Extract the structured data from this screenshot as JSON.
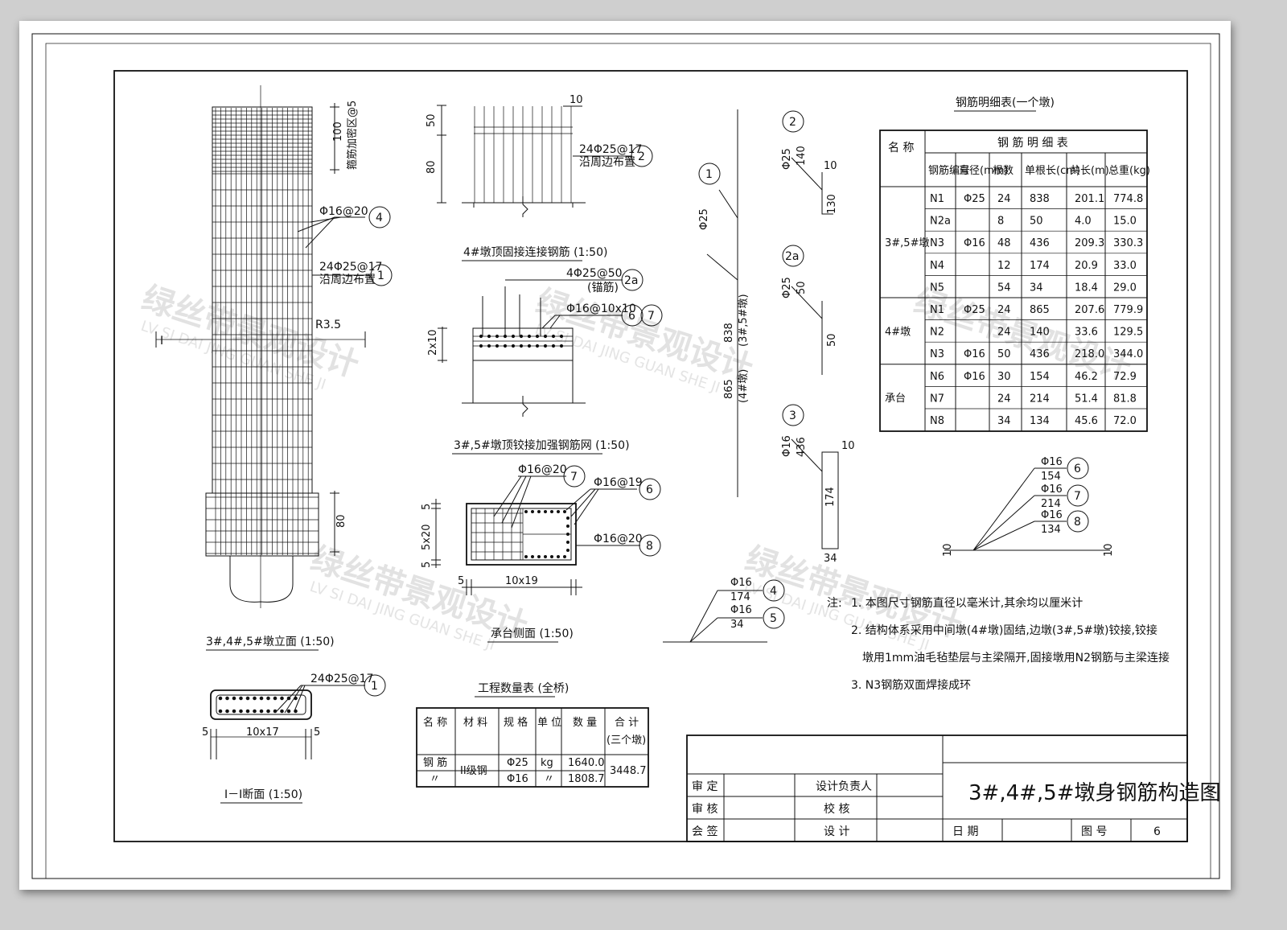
{
  "watermark": {
    "cn": "绿丝带景观设计",
    "en": "LV SI DAI JING GUAN SHE JI"
  },
  "views": {
    "elevation": {
      "title": "3#,4#,5#墩立面 (1:50)",
      "label_n3": "Φ16@20",
      "label_n1": "24Φ25@17",
      "label_n1_note": "沿周边布置",
      "label_hook": "R3.5",
      "dim_100": "100",
      "dim_100_note": "箍筋加密区@5",
      "dim_80": "80",
      "section_mark": "I"
    },
    "top_connect": {
      "title": "4#墩顶固接连接钢筋 (1:50)",
      "dim_50": "50",
      "dim_80": "80",
      "dim_10": "10",
      "label": "24Φ25@17",
      "label_note": "沿周边布置"
    },
    "top_hinge": {
      "title": "3#,5#墩顶铰接加强钢筋网 (1:50)",
      "label_2a": "4Φ25@50",
      "label_2a_note": "(锚筋)",
      "label_45": "Φ16@10x10",
      "dim_2x10": "2x10"
    },
    "cap_side": {
      "title": "承台侧面 (1:50)",
      "label_7": "Φ16@20",
      "label_6": "Φ16@19",
      "label_8": "Φ16@20",
      "dim_5a": "5",
      "dim_5x20": "5x20",
      "dim_5b": "5",
      "dim_10x19": "10x19",
      "dim_5c": "5"
    },
    "section": {
      "title": "I－I断面 (1:50)",
      "label": "24Φ25@17",
      "dim_5a": "5",
      "dim_10x17": "10x17",
      "dim_5b": "5"
    }
  },
  "bars": {
    "bar1": {
      "dia": "Φ25",
      "len1": "838",
      "len1_note": "(3#,5#墩)",
      "len2": "865",
      "len2_note": "(4#墩)"
    },
    "bar2": {
      "dia": "Φ25",
      "len": "140",
      "hook": "10",
      "leg": "130"
    },
    "bar2a": {
      "dia": "Φ25",
      "len": "50",
      "leg": "50"
    },
    "bar3": {
      "dia": "Φ16",
      "len": "436",
      "top": "10",
      "side": "174",
      "bottom": "34"
    },
    "bar45": {
      "dia4": "Φ16",
      "len4": "174",
      "dia5": "Φ16",
      "len5": "34"
    },
    "bar678": {
      "dia6": "Φ16",
      "len6": "154",
      "dia7": "Φ16",
      "len7": "214",
      "dia8": "Φ16",
      "len8": "134",
      "end": "10"
    }
  },
  "circles": [
    "1",
    "2",
    "2a",
    "3",
    "4",
    "5",
    "6",
    "7",
    "8"
  ],
  "rebar_table": {
    "caption": "钢筋明细表(一个墩)",
    "title": "钢 筋 明 细 表",
    "h_name": "名 称",
    "headers": [
      "钢筋编号",
      "直径(mm)",
      "根数",
      "单根长(cm)",
      "共长(m)",
      "总重(kg)"
    ],
    "groups": [
      {
        "name": "3#,5#墩",
        "rows": [
          [
            "N1",
            "Φ25",
            "24",
            "838",
            "201.1",
            "774.8"
          ],
          [
            "N2a",
            "",
            "8",
            "50",
            "4.0",
            "15.0"
          ],
          [
            "N3",
            "Φ16",
            "48",
            "436",
            "209.3",
            "330.3"
          ],
          [
            "N4",
            "",
            "12",
            "174",
            "20.9",
            "33.0"
          ],
          [
            "N5",
            "",
            "54",
            "34",
            "18.4",
            "29.0"
          ]
        ]
      },
      {
        "name": "4#墩",
        "rows": [
          [
            "N1",
            "Φ25",
            "24",
            "865",
            "207.6",
            "779.9"
          ],
          [
            "N2",
            "",
            "24",
            "140",
            "33.6",
            "129.5"
          ],
          [
            "N3",
            "Φ16",
            "50",
            "436",
            "218.0",
            "344.0"
          ]
        ]
      },
      {
        "name": "承台",
        "rows": [
          [
            "N6",
            "Φ16",
            "30",
            "154",
            "46.2",
            "72.9"
          ],
          [
            "N7",
            "",
            "24",
            "214",
            "51.4",
            "81.8"
          ],
          [
            "N8",
            "",
            "34",
            "134",
            "45.6",
            "72.0"
          ]
        ]
      }
    ]
  },
  "notes": {
    "label": "注:",
    "items": [
      "1. 本图尺寸钢筋直径以毫米计,其余均以厘米计",
      "2. 结构体系采用中间墩(4#墩)固结,边墩(3#,5#墩)铰接,铰接",
      "墩用1mm油毛毡垫层与主梁隔开,固接墩用N2钢筋与主梁连接",
      "3. N3钢筋双面焊接成环"
    ]
  },
  "qty_table": {
    "title": "工程数量表 (全桥)",
    "headers": [
      "名 称",
      "材 料",
      "规 格",
      "单 位",
      "数 量",
      "合 计",
      "(三个墩)"
    ],
    "name": "钢 筋",
    "ditto": "〃",
    "material": "II级钢",
    "rows": [
      [
        "Φ25",
        "kg",
        "1640.0"
      ],
      [
        "Φ16",
        "〃",
        "1808.7"
      ]
    ],
    "total": "3448.7"
  },
  "title_block": {
    "drawing_title": "3#,4#,5#墩身钢筋构造图",
    "approve": "审 定",
    "review": "审 核",
    "sign": "会 签",
    "chief": "设计负责人",
    "check": "校 核",
    "design": "设 计",
    "date_label": "日 期",
    "no_label": "图 号",
    "no_value": "6"
  }
}
